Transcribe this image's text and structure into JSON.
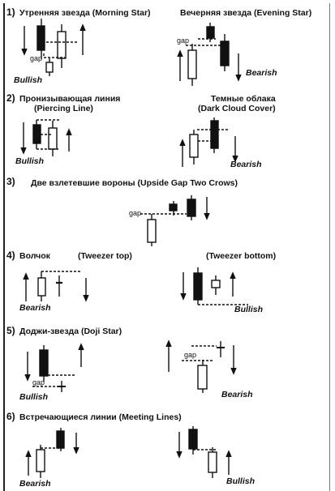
{
  "sections": [
    {
      "num": "1)",
      "left_title": "Утренняя звезда (Morning Star)",
      "right_title": "Вечерняя звезда (Evening Star)",
      "left_signal": "Bullish",
      "right_signal": "Bearish",
      "left_gap": "gap",
      "right_gap": "gap"
    },
    {
      "num": "2)",
      "left_title_ru": "Пронизывающая линия",
      "left_title_en": "(Piercing Line)",
      "right_title_ru": "Темные облака",
      "right_title_en": "(Dark Cloud Cover)",
      "left_signal": "Bullish",
      "right_signal": "Bearish"
    },
    {
      "num": "3)",
      "title": "Две взлетевшие вороны (Upside Gap Two Crows)",
      "gap": "gap"
    },
    {
      "num": "4)",
      "left_title": "Волчок",
      "middle_title": "(Tweezer top)",
      "right_title": "(Tweezer bottom)",
      "left_signal": "Bearish",
      "right_signal": "Bullish"
    },
    {
      "num": "5)",
      "title": "Доджи-звезда (Doji Star)",
      "left_signal": "Bullish",
      "right_signal": "Bearish",
      "left_gap": "gap",
      "right_gap": "gap"
    },
    {
      "num": "6)",
      "title": "Встречающиеся линии (Meeting Lines)",
      "left_signal": "Bearish",
      "right_signal": "Bullish"
    }
  ],
  "colors": {
    "ink": "#111111",
    "paper": "#ffffff"
  }
}
